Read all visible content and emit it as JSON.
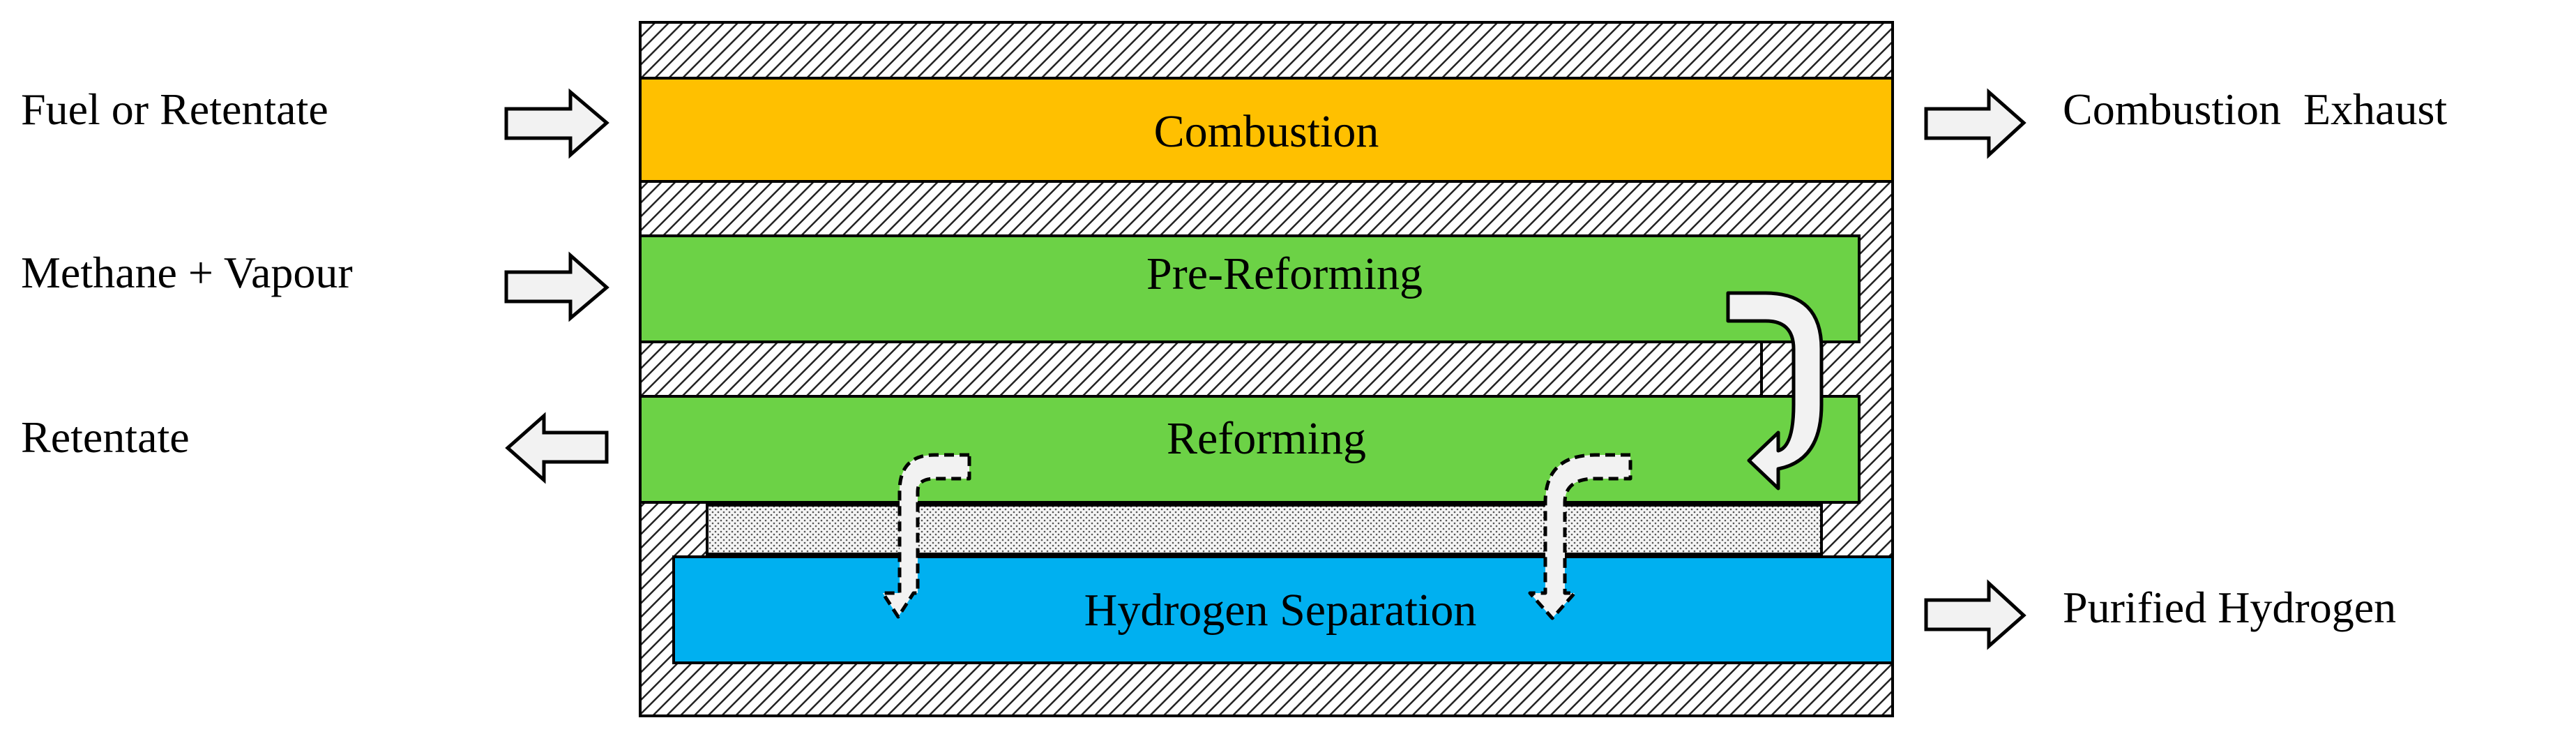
{
  "inputs": {
    "fuel": "Fuel or Retentate",
    "methane": "Methane + Vapour",
    "retentate": "Retentate"
  },
  "outputs": {
    "exhaust": "Combustion  Exhaust",
    "hydrogen": "Purified Hydrogen"
  },
  "zones": {
    "combustion": {
      "label": "Combustion",
      "color": "#FFC000"
    },
    "pre_reforming": {
      "label": "Pre-Reforming",
      "color": "#6CD246"
    },
    "reforming": {
      "label": "Reforming",
      "color": "#6CD246"
    },
    "hydrogen_separation": {
      "label": "Hydrogen Separation",
      "color": "#00B0F0"
    }
  },
  "arrow_fill": "#F2F2F2"
}
